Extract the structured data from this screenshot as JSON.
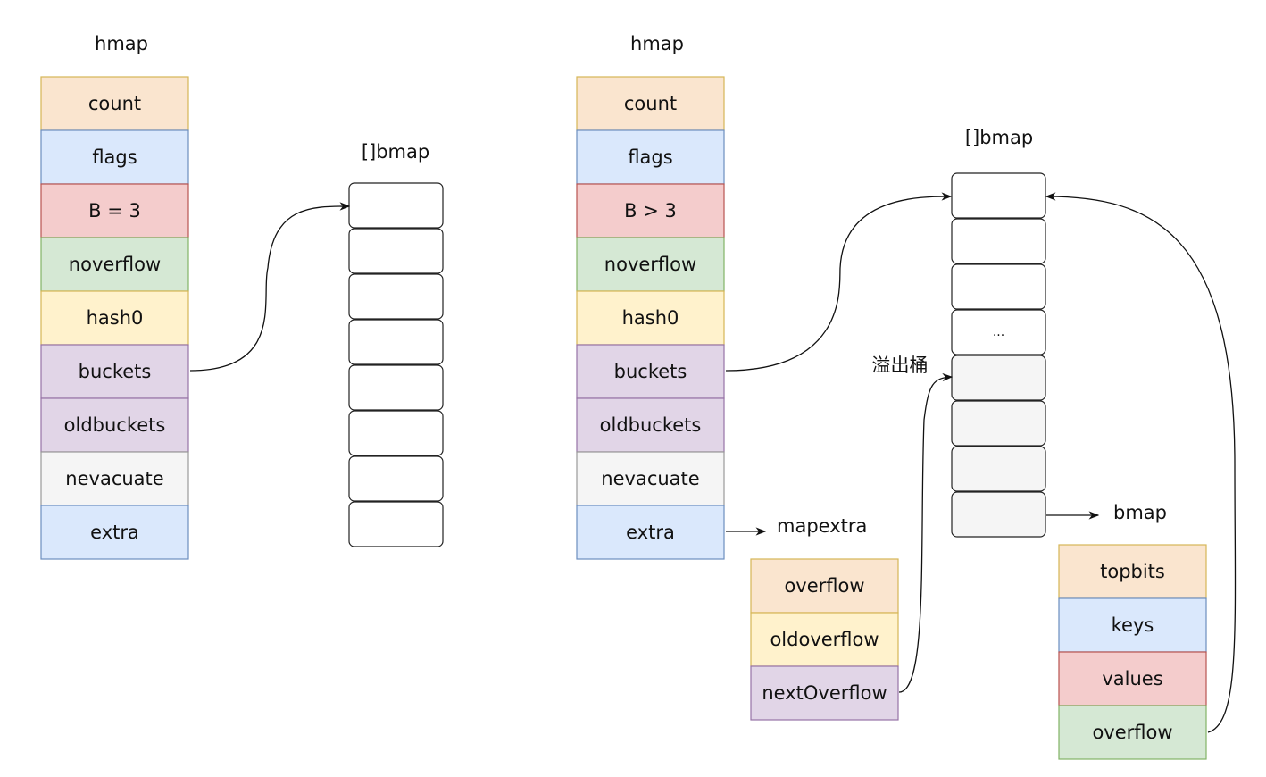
{
  "left": {
    "hmap_title": "hmap",
    "fields": [
      {
        "label": "count",
        "fill": "#fae5cf",
        "stroke": "#d6b656"
      },
      {
        "label": "flags",
        "fill": "#dae8fc",
        "stroke": "#6c8ebf"
      },
      {
        "label": "B = 3",
        "fill": "#f4cccc",
        "stroke": "#b85450"
      },
      {
        "label": "noverflow",
        "fill": "#d5e8d4",
        "stroke": "#82b366"
      },
      {
        "label": "hash0",
        "fill": "#fff2cc",
        "stroke": "#d6b656"
      },
      {
        "label": "buckets",
        "fill": "#e1d5e7",
        "stroke": "#9673a6"
      },
      {
        "label": "oldbuckets",
        "fill": "#e1d5e7",
        "stroke": "#9673a6"
      },
      {
        "label": "nevacuate",
        "fill": "#f5f5f5",
        "stroke": "#999999"
      },
      {
        "label": "extra",
        "fill": "#dae8fc",
        "stroke": "#6c8ebf"
      }
    ],
    "bmap_title": "[]bmap",
    "bucket_labels": [
      "",
      "",
      "",
      "",
      "",
      "",
      "",
      ""
    ]
  },
  "right": {
    "hmap_title": "hmap",
    "fields": [
      {
        "label": "count",
        "fill": "#fae5cf",
        "stroke": "#d6b656"
      },
      {
        "label": "flags",
        "fill": "#dae8fc",
        "stroke": "#6c8ebf"
      },
      {
        "label": "B > 3",
        "fill": "#f4cccc",
        "stroke": "#b85450"
      },
      {
        "label": "noverflow",
        "fill": "#d5e8d4",
        "stroke": "#82b366"
      },
      {
        "label": "hash0",
        "fill": "#fff2cc",
        "stroke": "#d6b656"
      },
      {
        "label": "buckets",
        "fill": "#e1d5e7",
        "stroke": "#9673a6"
      },
      {
        "label": "oldbuckets",
        "fill": "#e1d5e7",
        "stroke": "#9673a6"
      },
      {
        "label": "nevacuate",
        "fill": "#f5f5f5",
        "stroke": "#999999"
      },
      {
        "label": "extra",
        "fill": "#dae8fc",
        "stroke": "#6c8ebf"
      }
    ],
    "bmap_title": "[]bmap",
    "buckets": [
      {
        "label": "",
        "fill": "#ffffff"
      },
      {
        "label": "",
        "fill": "#ffffff"
      },
      {
        "label": "",
        "fill": "#ffffff"
      },
      {
        "label": "...",
        "fill": "#ffffff"
      },
      {
        "label": "",
        "fill": "#f5f5f5"
      },
      {
        "label": "",
        "fill": "#f5f5f5"
      },
      {
        "label": "",
        "fill": "#f5f5f5"
      },
      {
        "label": "",
        "fill": "#f5f5f5"
      }
    ],
    "overflow_label": "溢出桶",
    "mapextra_title": "mapextra",
    "mapextra_fields": [
      {
        "label": "overflow",
        "fill": "#fae5cf",
        "stroke": "#d6b656"
      },
      {
        "label": "oldoverflow",
        "fill": "#fff2cc",
        "stroke": "#d6b656"
      },
      {
        "label": "nextOverflow",
        "fill": "#e1d5e7",
        "stroke": "#9673a6"
      }
    ],
    "bmap_struct_title": "bmap",
    "bmap_fields": [
      {
        "label": "topbits",
        "fill": "#fae5cf",
        "stroke": "#d6b656"
      },
      {
        "label": "keys",
        "fill": "#dae8fc",
        "stroke": "#6c8ebf"
      },
      {
        "label": "values",
        "fill": "#f4cccc",
        "stroke": "#b85450"
      },
      {
        "label": "overflow",
        "fill": "#d5e8d4",
        "stroke": "#82b366"
      }
    ]
  }
}
